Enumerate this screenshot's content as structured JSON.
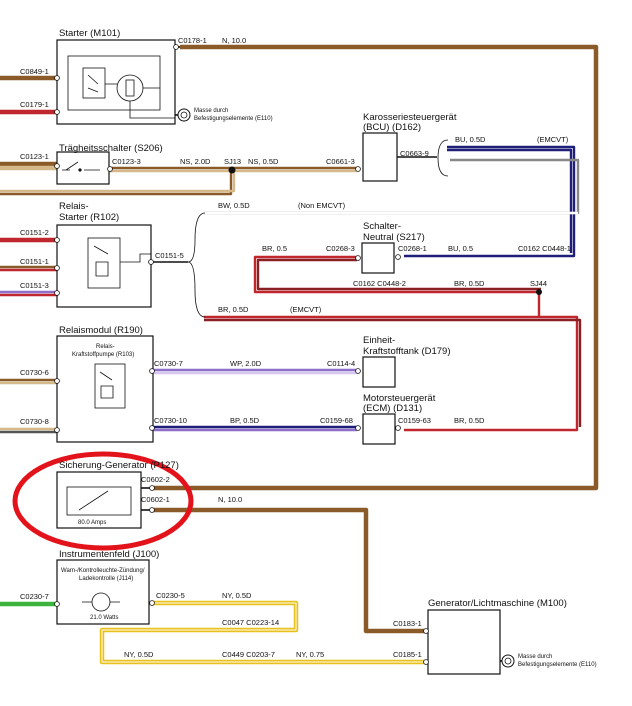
{
  "colors": {
    "brown": "#8a5a28",
    "red": "#c0262d",
    "dkred": "#8a1f24",
    "navy": "#1f1f7a",
    "tan": "#d6b98a",
    "green": "#3cb33c",
    "yellow": "#e8c21a",
    "purple": "#8e6fc9",
    "highlight": "#e3131b"
  },
  "components": {
    "starter": "Starter (M101)",
    "ground1_a": "Masse durch",
    "ground1_b": "Befestigungselemente (E110)",
    "inertia": "Trägheitsschalter (S206)",
    "bcu_a": "Karosseriesteuergerät",
    "bcu_b": "(BCU) (D162)",
    "relay_a": "Relais-",
    "relay_b": "Starter (R102)",
    "neutral_a": "Schalter-",
    "neutral_b": "Neutral (S217)",
    "relaymod": "Relaismodul (R190)",
    "pumprelay_a": "Relais-",
    "pumprelay_b": "Kraftstoffpumpe (R103)",
    "pump_a": "Einheit-",
    "pump_b": "Kraftstofftank (D179)",
    "ecm_a": "Motorsteuergerät",
    "ecm_b": "(ECM) (D131)",
    "fuse": "Sicherung-Generator (P127)",
    "fuse_rating": "80.0 Amps",
    "cluster": "Instrumentenfeld (J100)",
    "warn_a": "Warn-/Kontrolleuchte-Zündung/",
    "warn_b": "Ladekontrolle (J114)",
    "watts": "21.0 Watts",
    "alt": "Generator/Lichtmaschine (M100)",
    "ground2_a": "Masse durch",
    "ground2_b": "Befestigungselemente (E110)"
  },
  "connectors": {
    "c0849": "C0849-1",
    "c0179": "C0179-1",
    "c0178": "C0178-1",
    "c0123": "C0123-1",
    "c0123_3": "C0123-3",
    "sj13": "SJ13",
    "c0661": "C0661-3",
    "c0663": "C0663-9",
    "c0151_2": "C0151-2",
    "c0151_1": "C0151-1",
    "c0151_3": "C0151-3",
    "c0151_5": "C0151-5",
    "c0268_3": "C0268-3",
    "c0268_1": "C0268-1",
    "c0162a": "C0162 C0448-1",
    "c0162b": "C0162 C0448-2",
    "sj44": "SJ44",
    "c0730_6": "C0730-6",
    "c0730_7": "C0730-7",
    "c0114": "C0114-4",
    "c0730_8": "C0730-8",
    "c0730_10": "C0730-10",
    "c0159_68": "C0159-68",
    "c0159_63": "C0159-63",
    "c0602_2": "C0602-2",
    "c0602_1": "C0602-1",
    "c0230_7": "C0230-7",
    "c0230_5": "C0230-5",
    "c0047": "C0047 C0223-14",
    "c0449": "C0449 C0203-7",
    "c0183": "C0183-1",
    "c0185": "C0185-1"
  },
  "wires": {
    "n10a": "N, 10.0",
    "ns20": "NS, 2.0D",
    "ns05": "NS, 0.5D",
    "bu05a": "BU, 0.5D",
    "emcvt1": "(EMCVT)",
    "bw05": "BW, 0.5D",
    "nonemcvt": "(Non EMCVT)",
    "br05a": "BR, 0.5",
    "bu05b": "BU, 0.5",
    "br05b": "BR, 0.5D",
    "br05c": "BR, 0.5D",
    "emcvt2": "(EMCVT)",
    "wp20": "WP, 2.0D",
    "bp05": "BP, 0.5D",
    "br05d": "BR, 0.5D",
    "n10b": "N, 10.0",
    "ny05a": "NY, 0.5D",
    "ny05b": "NY, 0.5D",
    "ny075": "NY, 0.75"
  }
}
